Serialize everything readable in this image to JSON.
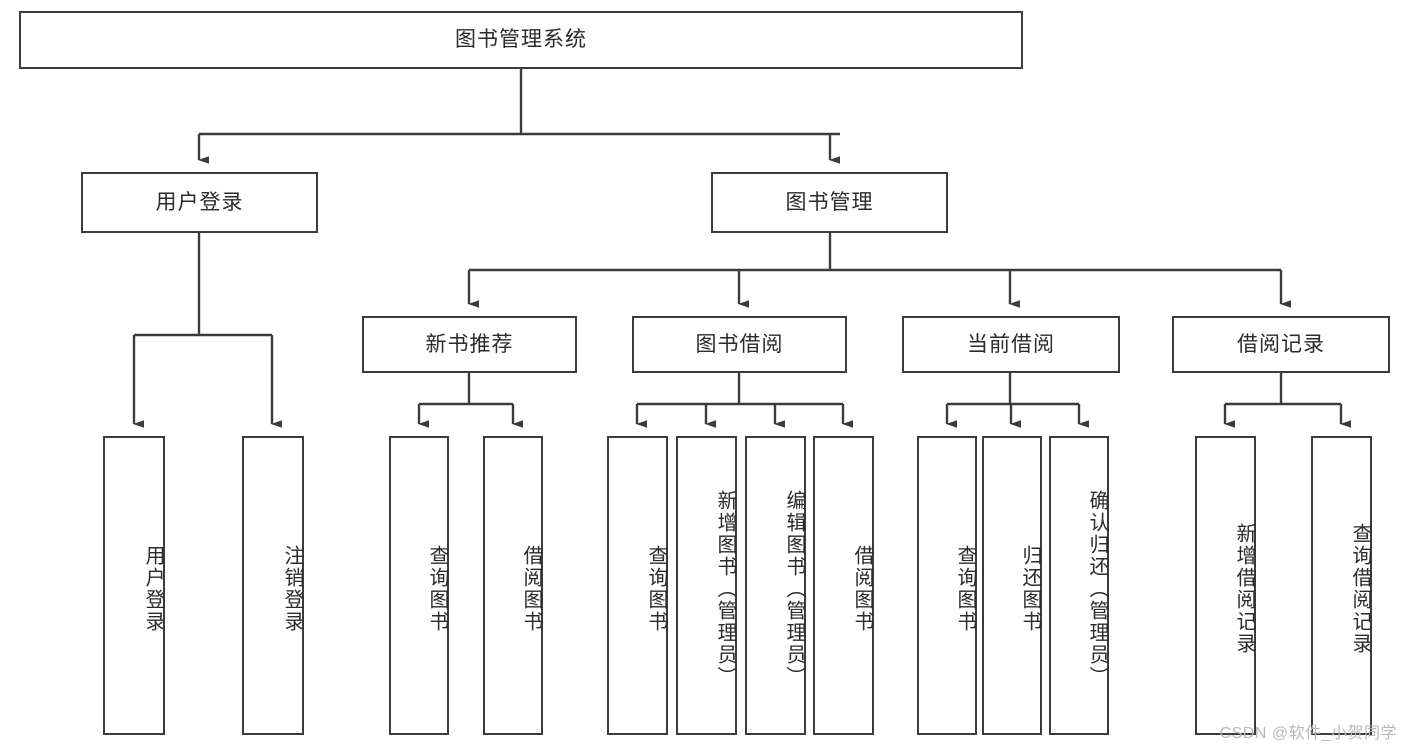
{
  "diagram": {
    "title": "图书管理系统",
    "type": "tree-hierarchy",
    "watermark": "CSDN @软件_小贺同学",
    "colors": {
      "stroke": "#3b3b3b",
      "fill": "#ffffff",
      "text": "#2b2b2b",
      "watermark": "#b8b8b8"
    },
    "levels": {
      "root": {
        "label": "图书管理系统"
      },
      "level2": [
        {
          "id": "user-login",
          "label": "用户登录"
        },
        {
          "id": "book-manage",
          "label": "图书管理"
        }
      ],
      "level3": [
        {
          "id": "new-book-rec",
          "label": "新书推荐",
          "parent": "book-manage"
        },
        {
          "id": "book-borrow",
          "label": "图书借阅",
          "parent": "book-manage"
        },
        {
          "id": "current-borrow",
          "label": "当前借阅",
          "parent": "book-manage"
        },
        {
          "id": "borrow-record",
          "label": "借阅记录",
          "parent": "book-manage"
        }
      ],
      "leaves": [
        {
          "id": "leaf-user-login",
          "label": "用户登录",
          "parent": "user-login"
        },
        {
          "id": "leaf-logout",
          "label": "注销登录",
          "parent": "user-login"
        },
        {
          "id": "leaf-query-book-1",
          "label": "查询图书",
          "parent": "new-book-rec"
        },
        {
          "id": "leaf-borrow-book-1",
          "label": "借阅图书",
          "parent": "new-book-rec"
        },
        {
          "id": "leaf-query-book-2",
          "label": "查询图书",
          "parent": "book-borrow"
        },
        {
          "id": "leaf-add-book",
          "label": "新增图书（管理员）",
          "parent": "book-borrow"
        },
        {
          "id": "leaf-edit-book",
          "label": "编辑图书（管理员）",
          "parent": "book-borrow"
        },
        {
          "id": "leaf-borrow-book-2",
          "label": "借阅图书",
          "parent": "book-borrow"
        },
        {
          "id": "leaf-query-book-3",
          "label": "查询图书",
          "parent": "current-borrow"
        },
        {
          "id": "leaf-return-book",
          "label": "归还图书",
          "parent": "current-borrow"
        },
        {
          "id": "leaf-confirm-return",
          "label": "确认归还（管理员）",
          "parent": "current-borrow"
        },
        {
          "id": "leaf-add-record",
          "label": "新增借阅记录",
          "parent": "borrow-record"
        },
        {
          "id": "leaf-query-record",
          "label": "查询借阅记录",
          "parent": "borrow-record"
        }
      ]
    }
  }
}
